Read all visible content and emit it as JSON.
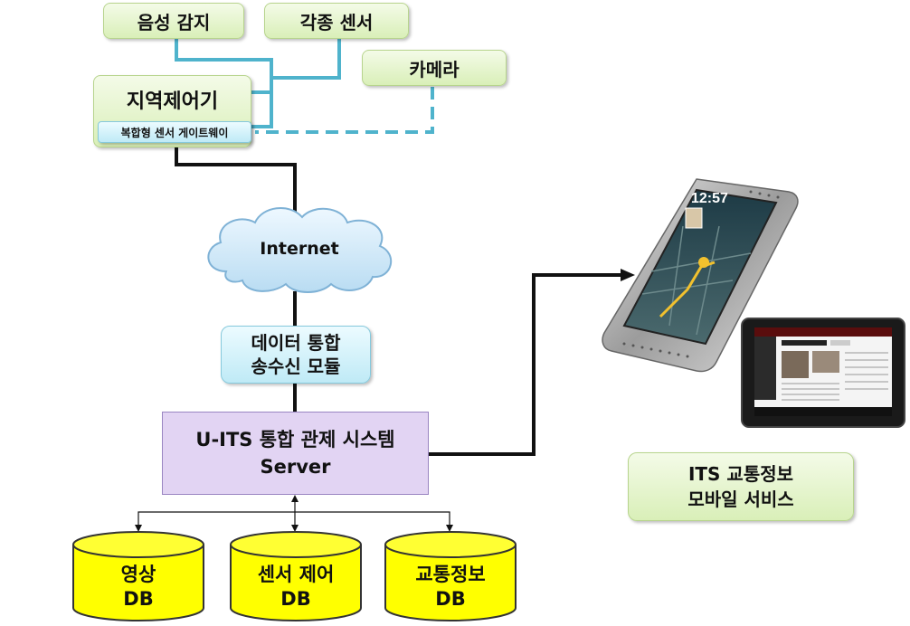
{
  "nodes": {
    "voice_detect": "음성 감지",
    "sensors": "각종 센서",
    "camera": "카메라",
    "local_controller": "지역제어기",
    "sensor_gateway": "복합형 센서 게이트웨이",
    "internet": "Internet",
    "data_module_line1": "데이터 통합",
    "data_module_line2": "송수신 모듈",
    "server_line1": "U-ITS 통합 관제 시스템",
    "server_line2": "Server",
    "mobile_service_line1": "ITS 교통정보",
    "mobile_service_line2": "모바일 서비스"
  },
  "databases": [
    {
      "line1": "영상",
      "line2": "DB"
    },
    {
      "line1": "센서 제어",
      "line2": "DB"
    },
    {
      "line1": "교통정보",
      "line2": "DB"
    }
  ],
  "devices": {
    "phone_time": "12:57"
  },
  "colors": {
    "sensor_line": "#4fb3cc",
    "link_line": "#111111",
    "db_fill": "#ffff00",
    "server_fill": "#e2d4f3"
  }
}
